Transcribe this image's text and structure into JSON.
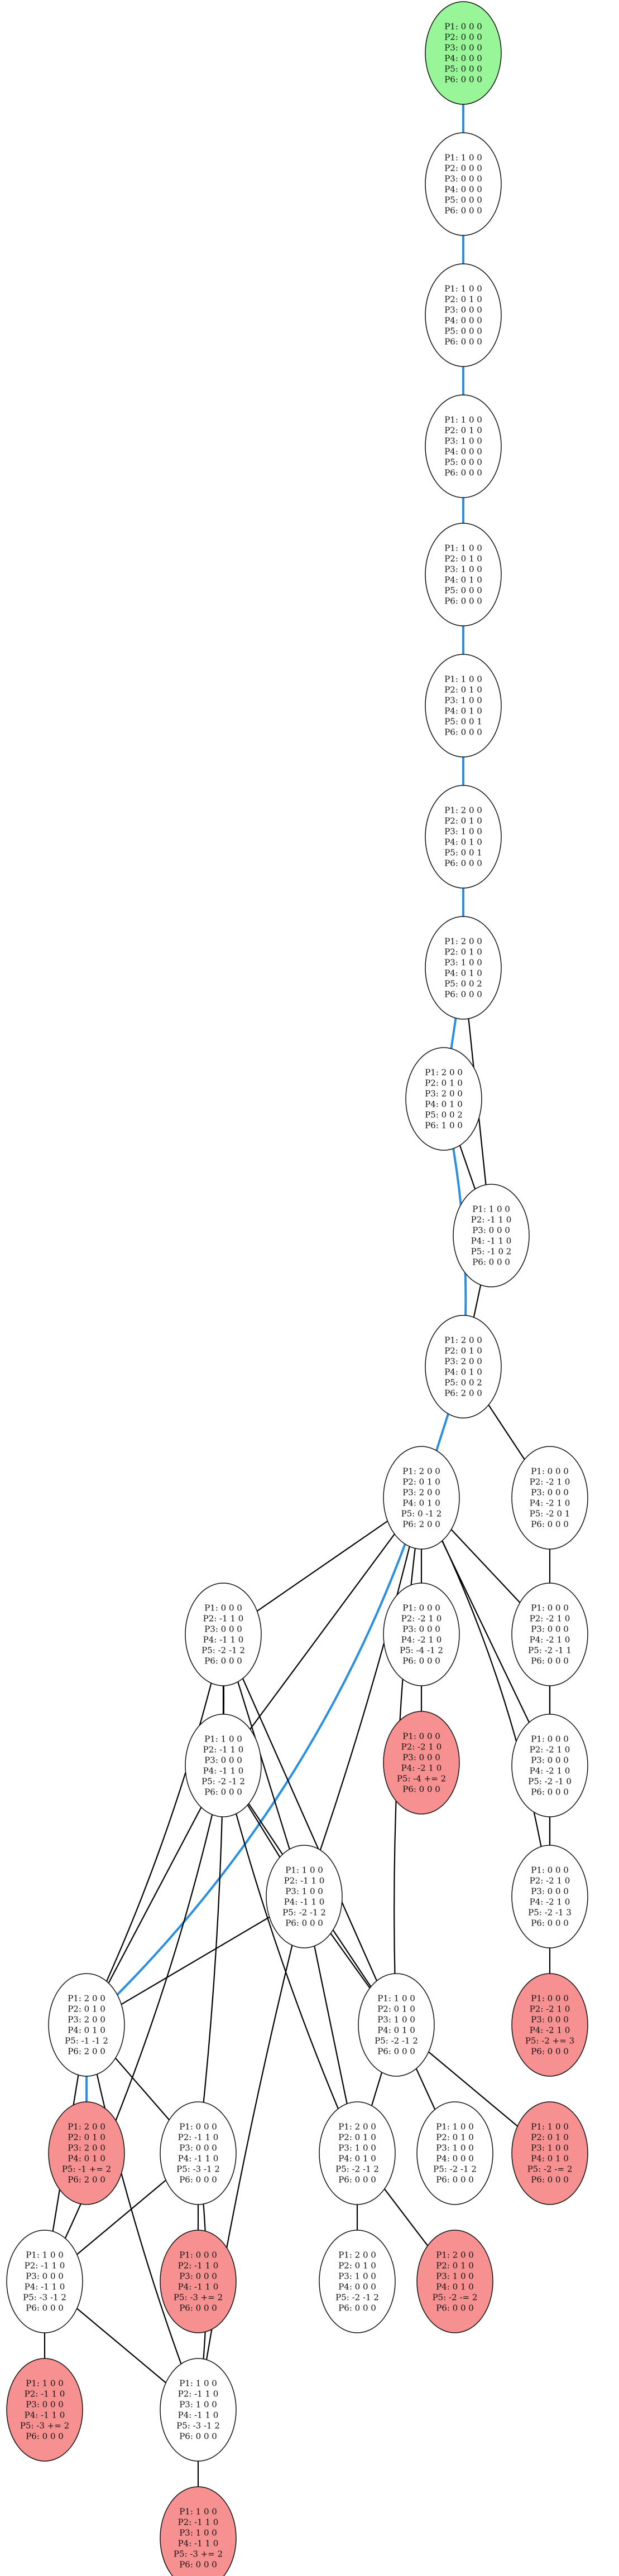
{
  "colors": {
    "start_fill": "#98f598",
    "end_fill": "#f79090",
    "plain_fill": "#ffffff",
    "node_stroke": "#111111",
    "edge": "#000000",
    "path_edge": "#2a8fe0"
  },
  "nodes": [
    {
      "id": "n0",
      "kind": "start",
      "lines": [
        "P1: 0 0 0",
        "P2: 0 0 0",
        "P3: 0 0 0",
        "P4: 0 0 0",
        "P5: 0 0 0",
        "P6: 0 0 0"
      ]
    },
    {
      "id": "n1",
      "kind": "plain",
      "lines": [
        "P1: 1 0 0",
        "P2: 0 0 0",
        "P3: 0 0 0",
        "P4: 0 0 0",
        "P5: 0 0 0",
        "P6: 0 0 0"
      ]
    },
    {
      "id": "n2",
      "kind": "plain",
      "lines": [
        "P1: 1 0 0",
        "P2: 0 1 0",
        "P3: 0 0 0",
        "P4: 0 0 0",
        "P5: 0 0 0",
        "P6: 0 0 0"
      ]
    },
    {
      "id": "n3",
      "kind": "plain",
      "lines": [
        "P1: 1 0 0",
        "P2: 0 1 0",
        "P3: 1 0 0",
        "P4: 0 0 0",
        "P5: 0 0 0",
        "P6: 0 0 0"
      ]
    },
    {
      "id": "n4",
      "kind": "plain",
      "lines": [
        "P1: 1 0 0",
        "P2: 0 1 0",
        "P3: 1 0 0",
        "P4: 0 1 0",
        "P5: 0 0 0",
        "P6: 0 0 0"
      ]
    },
    {
      "id": "n5",
      "kind": "plain",
      "lines": [
        "P1: 1 0 0",
        "P2: 0 1 0",
        "P3: 1 0 0",
        "P4: 0 1 0",
        "P5: 0 0 1",
        "P6: 0 0 0"
      ]
    },
    {
      "id": "n6",
      "kind": "plain",
      "lines": [
        "P1: 2 0 0",
        "P2: 0 1 0",
        "P3: 1 0 0",
        "P4: 0 1 0",
        "P5: 0 0 1",
        "P6: 0 0 0"
      ]
    },
    {
      "id": "n7",
      "kind": "plain",
      "lines": [
        "P1: 2 0 0",
        "P2: 0 1 0",
        "P3: 1 0 0",
        "P4: 0 1 0",
        "P5: 0 0 2",
        "P6: 0 0 0"
      ]
    },
    {
      "id": "n8",
      "kind": "plain",
      "lines": [
        "P1: 2 0 0",
        "P2: 0 1 0",
        "P3: 2 0 0",
        "P4: 0 1 0",
        "P5: 0 0 2",
        "P6: 1 0 0"
      ]
    },
    {
      "id": "n9",
      "kind": "plain",
      "lines": [
        "P1: 1 0 0",
        "P2: -1 1 0",
        "P3: 0 0 0",
        "P4: -1 1 0",
        "P5: -1 0 2",
        "P6: 0 0 0"
      ]
    },
    {
      "id": "n10",
      "kind": "plain",
      "lines": [
        "P1: 2 0 0",
        "P2: 0 1 0",
        "P3: 2 0 0",
        "P4: 0 1 0",
        "P5: 0 0 2",
        "P6: 2 0 0"
      ]
    },
    {
      "id": "n11",
      "kind": "plain",
      "lines": [
        "P1: 2 0 0",
        "P2: 0 1 0",
        "P3: 2 0 0",
        "P4: 0 1 0",
        "P5: 0 -1 2",
        "P6: 2 0 0"
      ]
    },
    {
      "id": "n12",
      "kind": "plain",
      "lines": [
        "P1: 0 0 0",
        "P2: -2 1 0",
        "P3: 0 0 0",
        "P4: -2 1 0",
        "P5: -2 0 1",
        "P6: 0 0 0"
      ]
    },
    {
      "id": "n13",
      "kind": "plain",
      "lines": [
        "P1: 0 0 0",
        "P2: -1 1 0",
        "P3: 0 0 0",
        "P4: -1 1 0",
        "P5: -2 -1 2",
        "P6: 0 0 0"
      ]
    },
    {
      "id": "n14",
      "kind": "plain",
      "lines": [
        "P1: 0 0 0",
        "P2: -2 1 0",
        "P3: 0 0 0",
        "P4: -2 1 0",
        "P5: -4 -1 2",
        "P6: 0 0 0"
      ]
    },
    {
      "id": "n15",
      "kind": "plain",
      "lines": [
        "P1: 0 0 0",
        "P2: -2 1 0",
        "P3: 0 0 0",
        "P4: -2 1 0",
        "P5: -2 -1 1",
        "P6: 0 0 0"
      ]
    },
    {
      "id": "n16",
      "kind": "end",
      "lines": [
        "P1: 0 0 0",
        "P2: -2 1 0",
        "P3: 0 0 0",
        "P4: -2 1 0",
        "P5: -4 += 2",
        "P6: 0 0 0"
      ]
    },
    {
      "id": "n17",
      "kind": "plain",
      "lines": [
        "P1: 1 0 0",
        "P2: -1 1 0",
        "P3: 0 0 0",
        "P4: -1 1 0",
        "P5: -2 -1 2",
        "P6: 0 0 0"
      ]
    },
    {
      "id": "n18",
      "kind": "plain",
      "lines": [
        "P1: 0 0 0",
        "P2: -2 1 0",
        "P3: 0 0 0",
        "P4: -2 1 0",
        "P5: -2 -1 0",
        "P6: 0 0 0"
      ]
    },
    {
      "id": "n19",
      "kind": "plain",
      "lines": [
        "P1: 0 0 0",
        "P2: -2 1 0",
        "P3: 0 0 0",
        "P4: -2 1 0",
        "P5: -2 -1 3",
        "P6: 0 0 0"
      ]
    },
    {
      "id": "n20",
      "kind": "plain",
      "lines": [
        "P1: 1 0 0",
        "P2: -1 1 0",
        "P3: 1 0 0",
        "P4: -1 1 0",
        "P5: -2 -1 2",
        "P6: 0 0 0"
      ]
    },
    {
      "id": "n21",
      "kind": "plain",
      "lines": [
        "P1: 2 0 0",
        "P2: 0 1 0",
        "P3: 2 0 0",
        "P4: 0 1 0",
        "P5: -1 -1 2",
        "P6: 2 0 0"
      ]
    },
    {
      "id": "n22",
      "kind": "plain",
      "lines": [
        "P1: 1 0 0",
        "P2: 0 1 0",
        "P3: 1 0 0",
        "P4: 0 1 0",
        "P5: -2 -1 2",
        "P6: 0 0 0"
      ]
    },
    {
      "id": "n23",
      "kind": "end",
      "lines": [
        "P1: 0 0 0",
        "P2: -2 1 0",
        "P3: 0 0 0",
        "P4: -2 1 0",
        "P5: -2 += 3",
        "P6: 0 0 0"
      ]
    },
    {
      "id": "n24",
      "kind": "end",
      "lines": [
        "P1: 2 0 0",
        "P2: 0 1 0",
        "P3: 2 0 0",
        "P4: 0 1 0",
        "P5: -1 += 2",
        "P6: 2 0 0"
      ]
    },
    {
      "id": "n25",
      "kind": "plain",
      "lines": [
        "P1: 0 0 0",
        "P2: -1 1 0",
        "P3: 0 0 0",
        "P4: -1 1 0",
        "P5: -3 -1 2",
        "P6: 0 0 0"
      ]
    },
    {
      "id": "n26",
      "kind": "plain",
      "lines": [
        "P1: 1 0 0",
        "P2: 0 1 0",
        "P3: 1 0 0",
        "P4: 0 0 0",
        "P5: -2 -1 2",
        "P6: 0 0 0"
      ]
    },
    {
      "id": "n27",
      "kind": "plain",
      "lines": [
        "P1: 2 0 0",
        "P2: 0 1 0",
        "P3: 1 0 0",
        "P4: 0 1 0",
        "P5: -2 -1 2",
        "P6: 0 0 0"
      ]
    },
    {
      "id": "n28",
      "kind": "end",
      "lines": [
        "P1: 1 0 0",
        "P2: 0 1 0",
        "P3: 1 0 0",
        "P4: 0 1 0",
        "P5: -2 -= 2",
        "P6: 0 0 0"
      ]
    },
    {
      "id": "n29",
      "kind": "end",
      "lines": [
        "P1: 0 0 0",
        "P2: -1 1 0",
        "P3: 0 0 0",
        "P4: -1 1 0",
        "P5: -3 += 2",
        "P6: 0 0 0"
      ]
    },
    {
      "id": "n30",
      "kind": "plain",
      "lines": [
        "P1: 1 0 0",
        "P2: -1 1 0",
        "P3: 0 0 0",
        "P4: -1 1 0",
        "P5: -3 -1 2",
        "P6: 0 0 0"
      ]
    },
    {
      "id": "n31",
      "kind": "plain",
      "lines": [
        "P1: 2 0 0",
        "P2: 0 1 0",
        "P3: 1 0 0",
        "P4: 0 0 0",
        "P5: -2 -1 2",
        "P6: 0 0 0"
      ]
    },
    {
      "id": "n32",
      "kind": "end",
      "lines": [
        "P1: 2 0 0",
        "P2: 0 1 0",
        "P3: 1 0 0",
        "P4: 0 1 0",
        "P5: -2 -= 2",
        "P6: 0 0 0"
      ]
    },
    {
      "id": "n33",
      "kind": "end",
      "lines": [
        "P1: 1 0 0",
        "P2: -1 1 0",
        "P3: 0 0 0",
        "P4: -1 1 0",
        "P5: -3 += 2",
        "P6: 0 0 0"
      ]
    },
    {
      "id": "n34",
      "kind": "plain",
      "lines": [
        "P1: 1 0 0",
        "P2: -1 1 0",
        "P3: 1 0 0",
        "P4: -1 1 0",
        "P5: -3 -1 2",
        "P6: 0 0 0"
      ]
    },
    {
      "id": "n35",
      "kind": "end",
      "lines": [
        "P1: 1 0 0",
        "P2: -1 1 0",
        "P3: 1 0 0",
        "P4: -1 1 0",
        "P5: -3 += 2",
        "P6: 0 0 0"
      ]
    }
  ],
  "edges": [
    {
      "from": "n0",
      "to": "n1",
      "path": true
    },
    {
      "from": "n1",
      "to": "n2",
      "path": true
    },
    {
      "from": "n2",
      "to": "n3",
      "path": true
    },
    {
      "from": "n3",
      "to": "n4",
      "path": true
    },
    {
      "from": "n4",
      "to": "n5",
      "path": true
    },
    {
      "from": "n5",
      "to": "n6",
      "path": true
    },
    {
      "from": "n6",
      "to": "n7",
      "path": true
    },
    {
      "from": "n7",
      "to": "n8",
      "path": true
    },
    {
      "from": "n7",
      "to": "n9",
      "path": false
    },
    {
      "from": "n8",
      "to": "n9",
      "path": false
    },
    {
      "from": "n8",
      "to": "n10",
      "path": true
    },
    {
      "from": "n9",
      "to": "n10",
      "path": false
    },
    {
      "from": "n10",
      "to": "n11",
      "path": true
    },
    {
      "from": "n10",
      "to": "n12",
      "path": false
    },
    {
      "from": "n11",
      "to": "n13",
      "path": false
    },
    {
      "from": "n11",
      "to": "n14",
      "path": false
    },
    {
      "from": "n11",
      "to": "n15",
      "path": false
    },
    {
      "from": "n12",
      "to": "n15",
      "path": false
    },
    {
      "from": "n11",
      "to": "n17",
      "path": false
    },
    {
      "from": "n11",
      "to": "n18",
      "path": false
    },
    {
      "from": "n11",
      "to": "n19",
      "path": false
    },
    {
      "from": "n11",
      "to": "n20",
      "path": false
    },
    {
      "from": "n11",
      "to": "n22",
      "path": false
    },
    {
      "from": "n11",
      "to": "n21",
      "path": true
    },
    {
      "from": "n14",
      "to": "n16",
      "path": false
    },
    {
      "from": "n15",
      "to": "n18",
      "path": false
    },
    {
      "from": "n15",
      "to": "n19",
      "path": false
    },
    {
      "from": "n18",
      "to": "n19",
      "path": false
    },
    {
      "from": "n19",
      "to": "n23",
      "path": false
    },
    {
      "from": "n13",
      "to": "n17",
      "path": false
    },
    {
      "from": "n13",
      "to": "n20",
      "path": false
    },
    {
      "from": "n13",
      "to": "n21",
      "path": false
    },
    {
      "from": "n13",
      "to": "n22",
      "path": false
    },
    {
      "from": "n13",
      "to": "n25",
      "path": false
    },
    {
      "from": "n17",
      "to": "n20",
      "path": false
    },
    {
      "from": "n17",
      "to": "n21",
      "path": false
    },
    {
      "from": "n17",
      "to": "n22",
      "path": false
    },
    {
      "from": "n17",
      "to": "n27",
      "path": false
    },
    {
      "from": "n17",
      "to": "n30",
      "path": false
    },
    {
      "from": "n20",
      "to": "n21",
      "path": false
    },
    {
      "from": "n20",
      "to": "n22",
      "path": false
    },
    {
      "from": "n20",
      "to": "n27",
      "path": false
    },
    {
      "from": "n20",
      "to": "n34",
      "path": false
    },
    {
      "from": "n21",
      "to": "n24",
      "path": true
    },
    {
      "from": "n21",
      "to": "n25",
      "path": false
    },
    {
      "from": "n21",
      "to": "n30",
      "path": false
    },
    {
      "from": "n21",
      "to": "n34",
      "path": false
    },
    {
      "from": "n22",
      "to": "n26",
      "path": false
    },
    {
      "from": "n22",
      "to": "n27",
      "path": false
    },
    {
      "from": "n22",
      "to": "n28",
      "path": false
    },
    {
      "from": "n25",
      "to": "n29",
      "path": false
    },
    {
      "from": "n25",
      "to": "n30",
      "path": false
    },
    {
      "from": "n25",
      "to": "n34",
      "path": false
    },
    {
      "from": "n27",
      "to": "n31",
      "path": false
    },
    {
      "from": "n27",
      "to": "n32",
      "path": false
    },
    {
      "from": "n30",
      "to": "n33",
      "path": false
    },
    {
      "from": "n30",
      "to": "n34",
      "path": false
    },
    {
      "from": "n34",
      "to": "n35",
      "path": false
    }
  ]
}
